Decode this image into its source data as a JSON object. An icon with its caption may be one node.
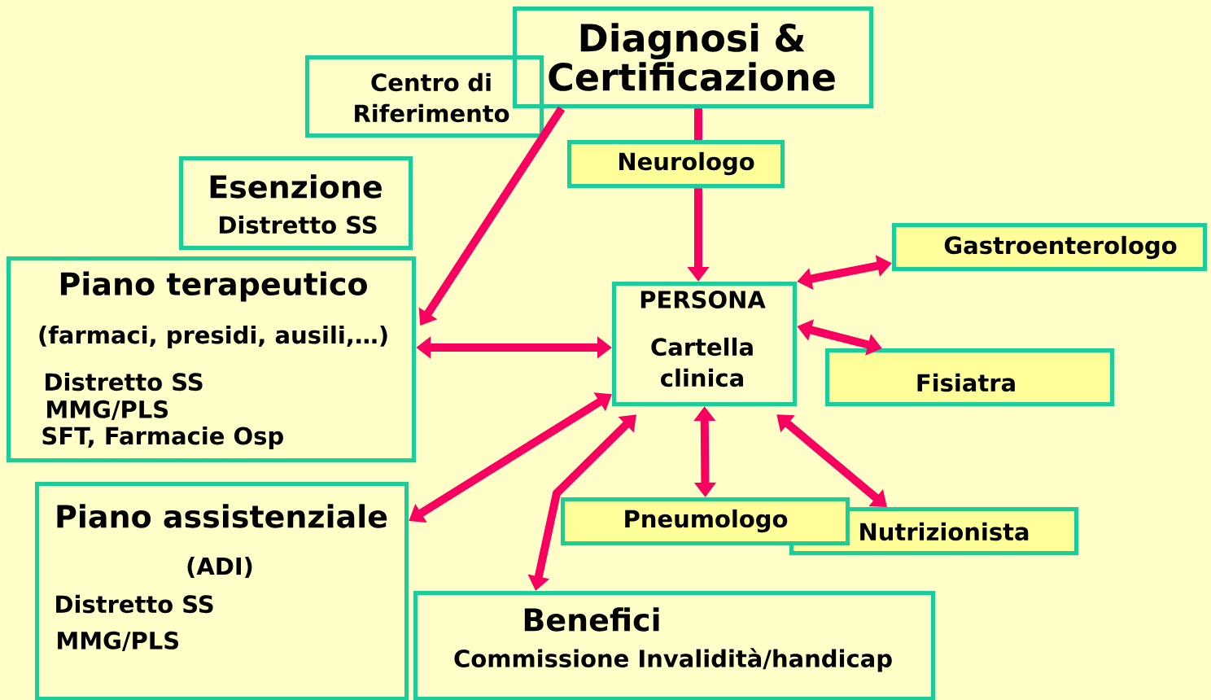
{
  "diagram": {
    "nodes": [
      {
        "text": [
          "Diagnosi & Certificazione"
        ]
      },
      {
        "text": [
          "Centro di Riferimento"
        ]
      },
      {
        "text": [
          "Neurologo"
        ]
      },
      {
        "text": [
          "Esenzione",
          "Distretto SS"
        ]
      },
      {
        "text": [
          "Piano terapeutico",
          "(farmaci, presidi, ausili,…)",
          "Distretto SS",
          "MMG/PLS",
          "SFT, Farmacie Osp"
        ]
      },
      {
        "text": [
          "Gastroenterologo"
        ]
      },
      {
        "text": [
          "PERSONA",
          "Cartella clinica"
        ]
      },
      {
        "text": [
          "Fisiatra"
        ]
      },
      {
        "text": [
          "Piano assistenziale",
          "(ADI)",
          "Distretto SS",
          "MMG/PLS"
        ]
      },
      {
        "text": [
          "Pneumologo"
        ]
      },
      {
        "text": [
          "Nutrizionista"
        ]
      },
      {
        "text": [
          "Benefici",
          "Commissione Invalidità/handicap"
        ]
      }
    ],
    "edges": [
      {
        "from": 0,
        "to": 4,
        "arrow": "to"
      },
      {
        "from": 0,
        "to": 2,
        "arrow": "none"
      },
      {
        "from": 2,
        "to": 6,
        "arrow": "to"
      },
      {
        "from": 4,
        "to": 6,
        "arrow": "both"
      },
      {
        "from": 6,
        "to": 5,
        "arrow": "both"
      },
      {
        "from": 6,
        "to": 7,
        "arrow": "both"
      },
      {
        "from": 6,
        "to": 8,
        "arrow": "both"
      },
      {
        "from": 6,
        "to": 9,
        "arrow": "both"
      },
      {
        "from": 6,
        "to": 10,
        "arrow": "both"
      },
      {
        "from": 6,
        "to": 11,
        "arrow": "both"
      }
    ]
  }
}
